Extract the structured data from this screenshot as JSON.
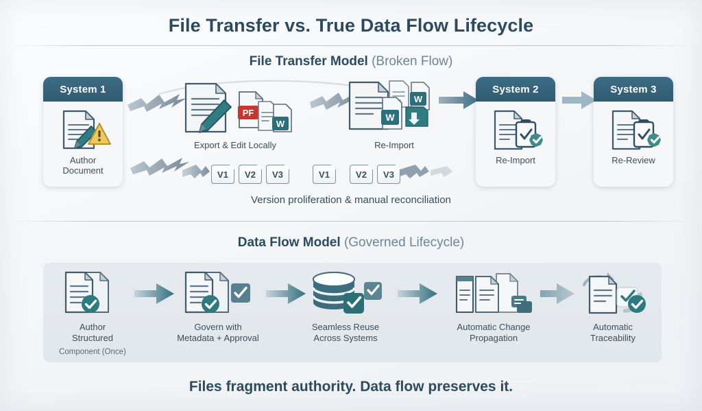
{
  "title": "File Transfer vs. True Data Flow Lifecycle",
  "sections": {
    "transfer": {
      "strong": "File Transfer Model",
      "paren": "(Broken Flow)"
    },
    "dataflow": {
      "strong": "Data Flow Model",
      "paren": "(Governed Lifecycle)"
    }
  },
  "footer": "Files fragment authority. Data flow preserves it.",
  "transfer_row": {
    "cards": [
      {
        "header": "System 1",
        "label_line1": "Author",
        "label_line2": "Document",
        "icon": "document-pencil-warning-icon"
      },
      {
        "header": "System 2",
        "label_line1": "Re-Import",
        "label_line2": "",
        "icon": "document-clipboard-check-icon"
      },
      {
        "header": "System 3",
        "label_line1": "Re-Review",
        "label_line2": "",
        "icon": "document-clipboard-check-icon"
      }
    ],
    "steps": [
      {
        "caption": "Export & Edit Locally",
        "icon": "document-pencil-export-icon",
        "badges": [
          "PF",
          "W"
        ]
      },
      {
        "caption": "Re-Import",
        "icon": "document-stack-word-icon",
        "badges": [
          "W",
          "W"
        ]
      }
    ]
  },
  "version_row": {
    "chips": [
      "V1",
      "V2",
      "V3",
      "V1",
      "V2",
      "V3"
    ],
    "caption": "Version proliferation & manual reconciliation"
  },
  "flow_row": {
    "steps": [
      {
        "line1": "Author",
        "line2": "Structured",
        "line3": "Component (Once)",
        "icon": "structured-component-check-icon"
      },
      {
        "line1": "Govern with",
        "line2": "Metadata + Approval",
        "line3": "",
        "icon": "governed-document-approval-icon"
      },
      {
        "line1": "Seamless Reuse",
        "line2": "Across Systems",
        "line3": "",
        "icon": "database-reuse-check-icon"
      },
      {
        "line1": "Automatic Change",
        "line2": "Propagation",
        "line3": "",
        "icon": "change-propagation-icon"
      },
      {
        "line1": "Automatic",
        "line2": "Traceability",
        "line3": "",
        "icon": "traceability-loop-check-icon"
      }
    ]
  },
  "colors": {
    "header_bar": "#35637c",
    "title_text": "#2d4a5e",
    "muted_text": "#6d8697",
    "teal_accent": "#2f7d82",
    "pdf_red": "#c8372d",
    "word_teal": "#2b6f7c",
    "warning_yellow": "#e9c65a",
    "panel_bg": "#e4e9ed",
    "arrow_dark": "#3d6d86",
    "arrow_grey": "#8b9bab"
  }
}
